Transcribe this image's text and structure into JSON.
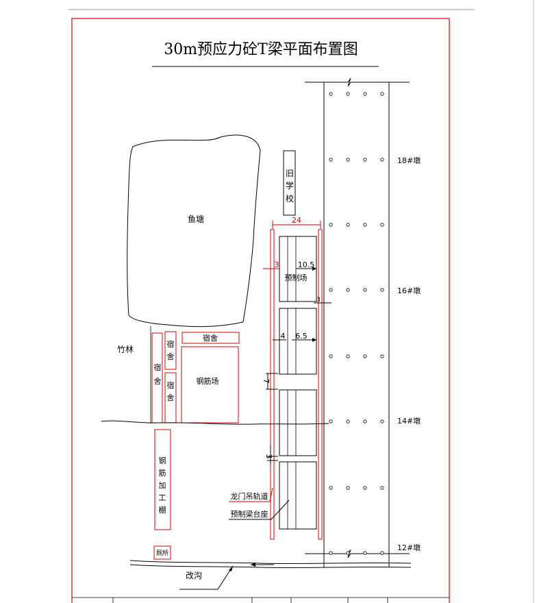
{
  "title": "30m预应力砼T梁平面布置图",
  "labels": {
    "fish_pond": "鱼塘",
    "old_school": [
      "旧",
      "学",
      "校"
    ],
    "bamboo": "竹林",
    "dorm_top": "宿舍",
    "dorm_left": [
      "宿",
      "舍"
    ],
    "dorm_mid1": [
      "宿",
      "舍"
    ],
    "dorm_mid2": [
      "宿",
      "舍"
    ],
    "rebar_yard": "钢筋场",
    "rebar_shed": [
      "钢",
      "筋",
      "加",
      "工",
      "棚"
    ],
    "toilet": "厕所",
    "ditch": "改沟",
    "precast_yard": "预制场",
    "gantry_track": "龙门吊轨道",
    "pedestal": "预制梁台座"
  },
  "dimensions": {
    "width_24": "24",
    "d3_top": "3",
    "d10_5": "10.5",
    "d3_right": "3",
    "d4": "4",
    "d6_5": "6.5",
    "d7": "7",
    "d3_lower": "3"
  },
  "piers": [
    "18#墩",
    "16#墩",
    "14#墩",
    "12#墩"
  ],
  "colors": {
    "red": "#d40000",
    "black": "#000000"
  }
}
